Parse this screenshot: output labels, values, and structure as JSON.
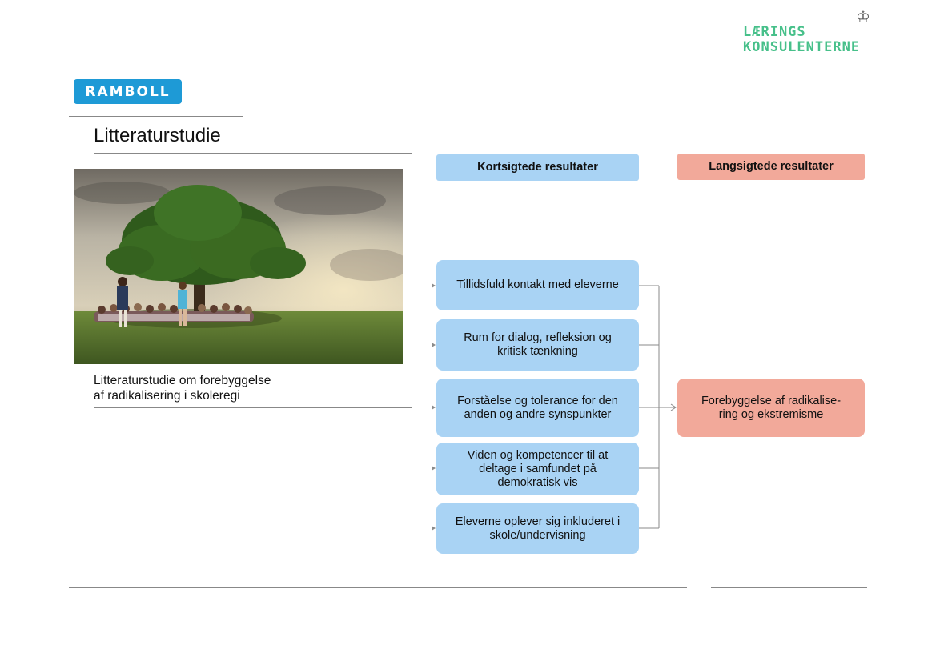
{
  "logos": {
    "ramboll": "RAMBOLL",
    "laerings_line1": "LÆRINGS",
    "laerings_line2": "KONSULENTERNE",
    "crown_icon": "crown-icon"
  },
  "page": {
    "title": "Litteraturstudie",
    "caption_lines": [
      "Litteraturstudie om forebyggelse",
      "af radikalisering i skoleregi"
    ]
  },
  "diagram": {
    "short_term_header": "Kortsigtede resultater",
    "long_term_header": "Langsigtede resultater",
    "short_term_items": [
      [
        "Tillidsfuld kontakt med eleverne"
      ],
      [
        "Rum for dialog, refleksion og",
        "kritisk tænkning"
      ],
      [
        "Forståelse og tolerance for den",
        "anden og andre synspunkter"
      ],
      [
        "Viden og kompetencer til at",
        "deltage i samfundet på",
        "demokratisk vis"
      ],
      [
        "Eleverne oplever sig inkluderet i",
        "skole/undervisning"
      ]
    ],
    "long_term_item": [
      "Forebyggelse af radikalise-",
      "ring og ekstremisme"
    ]
  },
  "colors": {
    "short_term": "#a9d3f4",
    "long_term": "#f2a99a",
    "brand_blue": "#1e9ad6",
    "brand_green": "#47c08a"
  }
}
